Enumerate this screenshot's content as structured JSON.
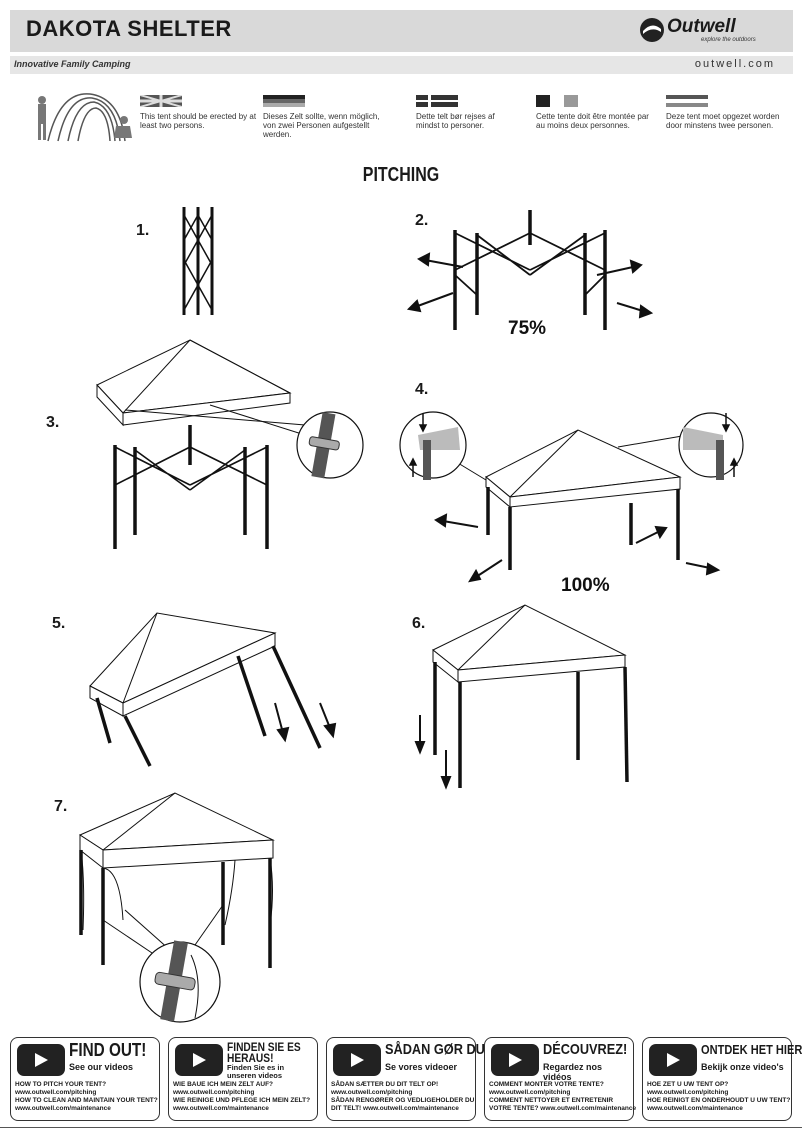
{
  "header": {
    "title": "DAKOTA SHELTER",
    "brand": "Outwell",
    "brand_tagline": "explore the outdoors",
    "tagline": "Innovative Family Camping",
    "website": "outwell.com"
  },
  "languages": [
    {
      "text": "This tent should be erected by at least two persons."
    },
    {
      "text": "Dieses Zelt sollte, wenn möglich, von zwei Personen aufgestellt werden."
    },
    {
      "text": "Dette telt bør rejses af mindst to personer."
    },
    {
      "text": "Cette tente doit être montée par au moins deux personnes."
    },
    {
      "text": "Deze tent moet opgezet worden door minstens twee personen."
    }
  ],
  "section_title": "PITCHING",
  "steps": [
    "1.",
    "2.",
    "3.",
    "4.",
    "5.",
    "6.",
    "7."
  ],
  "percentages": {
    "step2": "75%",
    "step4": "100%"
  },
  "cards": [
    {
      "title": "FIND OUT!",
      "sub": "See our videos",
      "l1": "HOW TO PITCH YOUR TENT?",
      "l2": "www.outwell.com/pitching",
      "l3": "HOW TO CLEAN AND MAINTAIN YOUR TENT?",
      "l4": "www.outwell.com/maintenance"
    },
    {
      "title": "FINDEN SIE ES HERAUS!",
      "sub": "Finden Sie es in unseren videos",
      "l1": "WIE BAUE ICH MEIN ZELT AUF?",
      "l2": "www.outwell.com/pitching",
      "l3": "WIE REINIGE UND PFLEGE ICH MEIN ZELT?",
      "l4": "www.outwell.com/maintenance"
    },
    {
      "title": "SÅDAN GØR DU!",
      "sub": "Se vores videoer",
      "l1": "SÅDAN SÆTTER DU DIT TELT OP!",
      "l2": "www.outwell.com/pitching",
      "l3": "SÅDAN RENGØRER OG VEDLIGEHOLDER DU",
      "l4": "DIT TELT! www.outwell.com/maintenance"
    },
    {
      "title": "DÉCOUVREZ!",
      "sub": "Regardez nos vidéos",
      "l1": "COMMENT MONTER VOTRE TENTE?",
      "l2": "www.outwell.com/pitching",
      "l3": "COMMENT NETTOYER ET ENTRETENIR",
      "l4": "VOTRE TENTE? www.outwell.com/maintenance"
    },
    {
      "title": "ONTDEK HET HIER!",
      "sub": "Bekijk onze video's",
      "l1": "HOE ZET U UW TENT OP?",
      "l2": "www.outwell.com/pitching",
      "l3": "HOE REINIGT EN ONDERHOUDT U UW TENT?",
      "l4": "www.outwell.com/maintenance"
    }
  ]
}
